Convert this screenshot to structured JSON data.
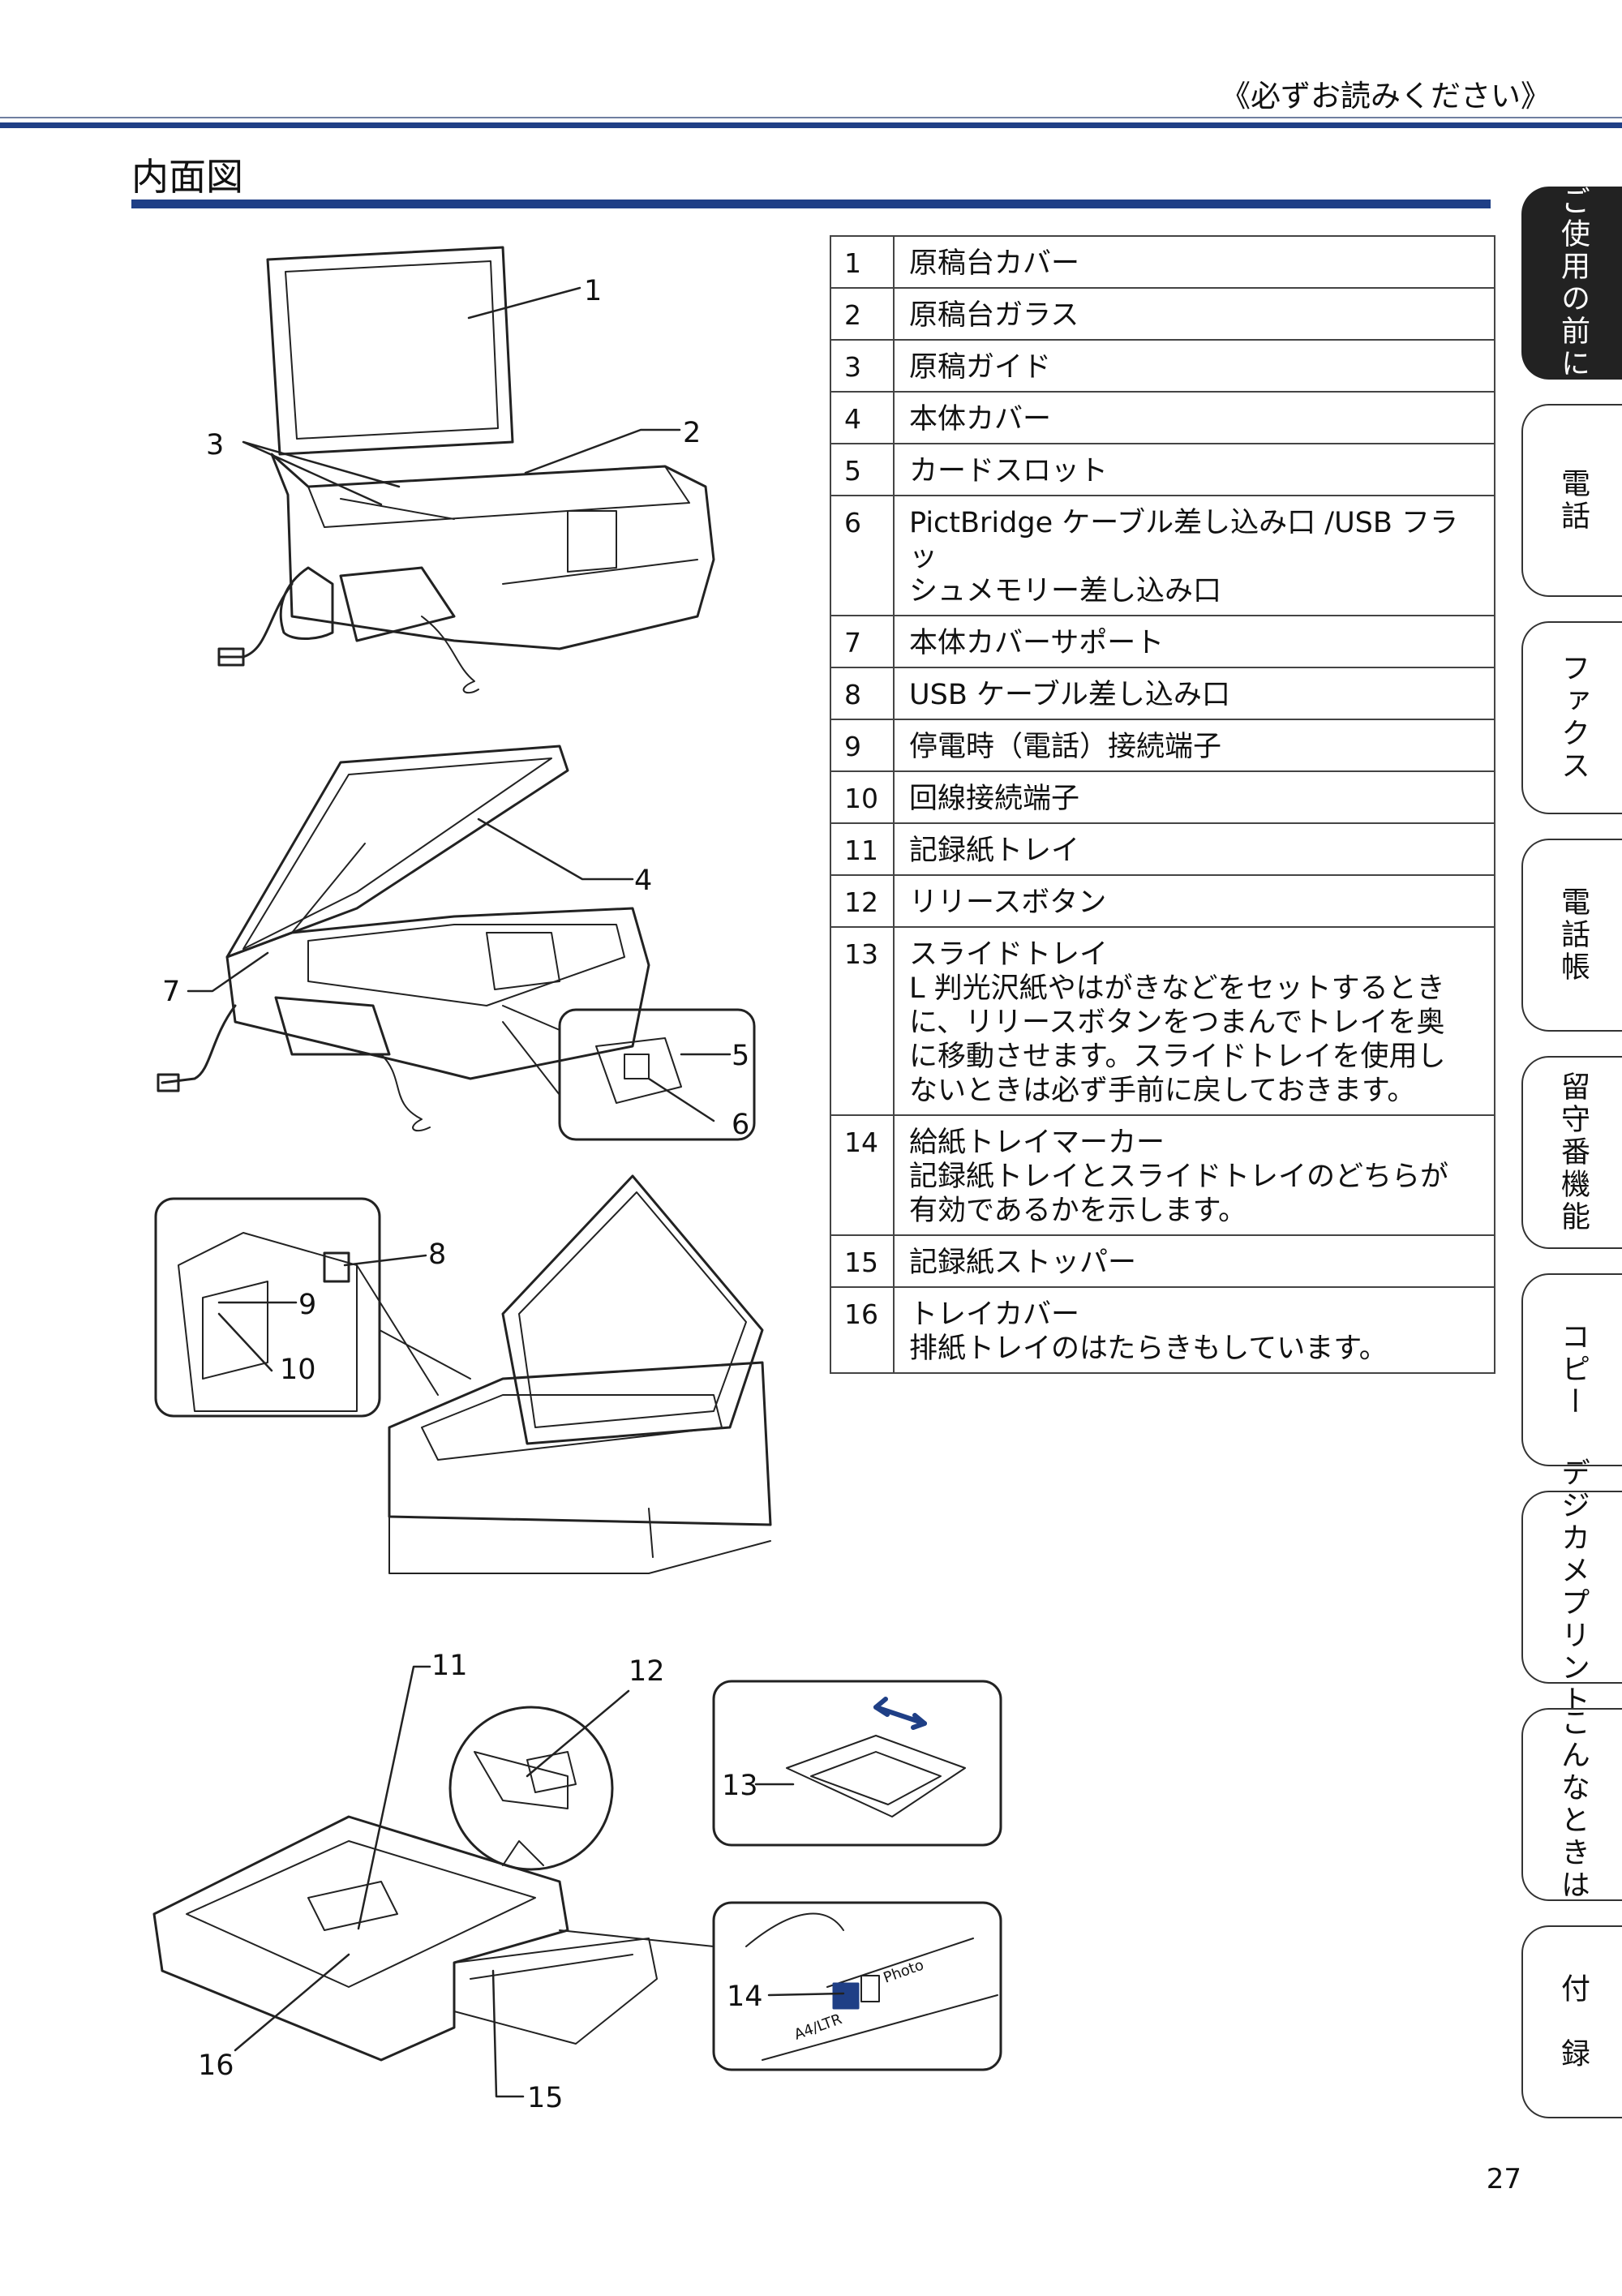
{
  "header": {
    "note": "《必ずお読みください》"
  },
  "section": {
    "title": "内面図"
  },
  "callouts": [
    "1",
    "2",
    "3",
    "4",
    "5",
    "6",
    "7",
    "8",
    "9",
    "10",
    "11",
    "12",
    "13",
    "14",
    "15",
    "16"
  ],
  "parts": [
    {
      "num": "1",
      "lines": [
        "原稿台カバー"
      ]
    },
    {
      "num": "2",
      "lines": [
        "原稿台ガラス"
      ]
    },
    {
      "num": "3",
      "lines": [
        "原稿ガイド"
      ]
    },
    {
      "num": "4",
      "lines": [
        "本体カバー"
      ]
    },
    {
      "num": "5",
      "lines": [
        "カードスロット"
      ]
    },
    {
      "num": "6",
      "lines": [
        "PictBridge ケーブル差し込み口 /USB フラッ",
        "シュメモリー差し込み口"
      ]
    },
    {
      "num": "7",
      "lines": [
        "本体カバーサポート"
      ]
    },
    {
      "num": "8",
      "lines": [
        "USB ケーブル差し込み口"
      ]
    },
    {
      "num": "9",
      "lines": [
        "停電時（電話）接続端子"
      ]
    },
    {
      "num": "10",
      "lines": [
        "回線接続端子"
      ]
    },
    {
      "num": "11",
      "lines": [
        "記録紙トレイ"
      ]
    },
    {
      "num": "12",
      "lines": [
        "リリースボタン"
      ]
    },
    {
      "num": "13",
      "lines": [
        "スライドトレイ",
        "L 判光沢紙やはがきなどをセットするとき",
        "に、リリースボタンをつまんでトレイを奥",
        "に移動させます。スライドトレイを使用し",
        "ないときは必ず手前に戻しておきます。"
      ]
    },
    {
      "num": "14",
      "lines": [
        "給紙トレイマーカー",
        "記録紙トレイとスライドトレイのどちらが",
        "有効であるかを示します。"
      ]
    },
    {
      "num": "15",
      "lines": [
        "記録紙ストッパー"
      ]
    },
    {
      "num": "16",
      "lines": [
        "トレイカバー",
        "排紙トレイのはたらきもしています。"
      ]
    }
  ],
  "tray_marker": {
    "left": "A4/LTR",
    "right": "Photo"
  },
  "side_tabs": [
    {
      "label": "ご使用の前に",
      "active": true
    },
    {
      "label": "電話",
      "active": false
    },
    {
      "label": "ファクス",
      "active": false
    },
    {
      "label": "電話帳",
      "active": false
    },
    {
      "label": "留守番機能",
      "active": false
    },
    {
      "label": "コピー",
      "active": false
    },
    {
      "label": "デジカメプリント",
      "active": false
    },
    {
      "label": "こんなときは",
      "active": false
    },
    {
      "label": "付　録",
      "active": false
    }
  ],
  "page_number": "27"
}
